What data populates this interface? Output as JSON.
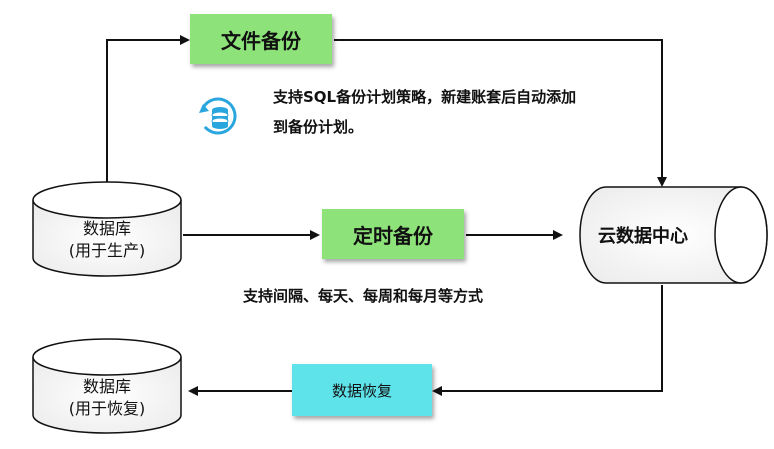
{
  "nodes": {
    "db_production": {
      "title": "数据库",
      "subtitle": "(用于生产)"
    },
    "db_recovery": {
      "title": "数据库",
      "subtitle": "(用于恢复)"
    },
    "cloud_center": {
      "label": "云数据中心"
    },
    "file_backup": {
      "label": "文件备份"
    },
    "scheduled_backup": {
      "label": "定时备份"
    },
    "data_restore": {
      "label": "数据恢复"
    }
  },
  "notes": {
    "file_backup_line1": "支持SQL备份计划策略，新建账套后自动添加",
    "file_backup_line2": "到备份计划。",
    "scheduled_backup": "支持间隔、每天、每周和每月等方式"
  },
  "icons": {
    "backup_icon": "database-sync-icon"
  },
  "colors": {
    "green_box": "#8ee27a",
    "cyan_box": "#5ee3ea",
    "icon_blue": "#2aa6df"
  }
}
